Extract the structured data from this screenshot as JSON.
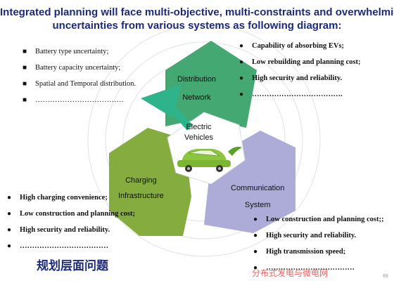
{
  "title_lines": [
    "Integrated planning will face multi-objective, multi-constraints and overwhelming",
    "uncertainties from various systems as following diagram:"
  ],
  "center_label": [
    "Electric",
    "Vehicles"
  ],
  "distribution": {
    "label": [
      "Distribution",
      "Network"
    ],
    "color": "#3aa36a",
    "items": [
      "Capability of absorbing EVs;",
      "Low rebuilding and planning cost;",
      "High security and reliability.",
      "………………………………."
    ]
  },
  "charging": {
    "label": [
      "Charging",
      "Infrastructure"
    ],
    "color": "#7ea834",
    "items": [
      "High charging convenience;",
      "Low construction and planning cost;",
      "High security and reliability.",
      "………………………………"
    ]
  },
  "communication": {
    "label": [
      "Communication",
      "System"
    ],
    "color": "#a9a6d6",
    "items": [
      "Low construction and planning cost;;",
      "High security and reliability.",
      "High transmission speed;",
      "………………………………"
    ]
  },
  "battery": {
    "items": [
      "Battery type uncertainty;",
      "Battery capacity uncertainty;",
      "Spatial and Temporal distribution.",
      "………………………………"
    ]
  },
  "footer_title": "规划层面问题",
  "watermark": "分布式发电与微电网",
  "page_number": "68",
  "colors": {
    "arrow": "#2fb38a",
    "car": "#8cc63f",
    "title": "#1c2a78"
  }
}
